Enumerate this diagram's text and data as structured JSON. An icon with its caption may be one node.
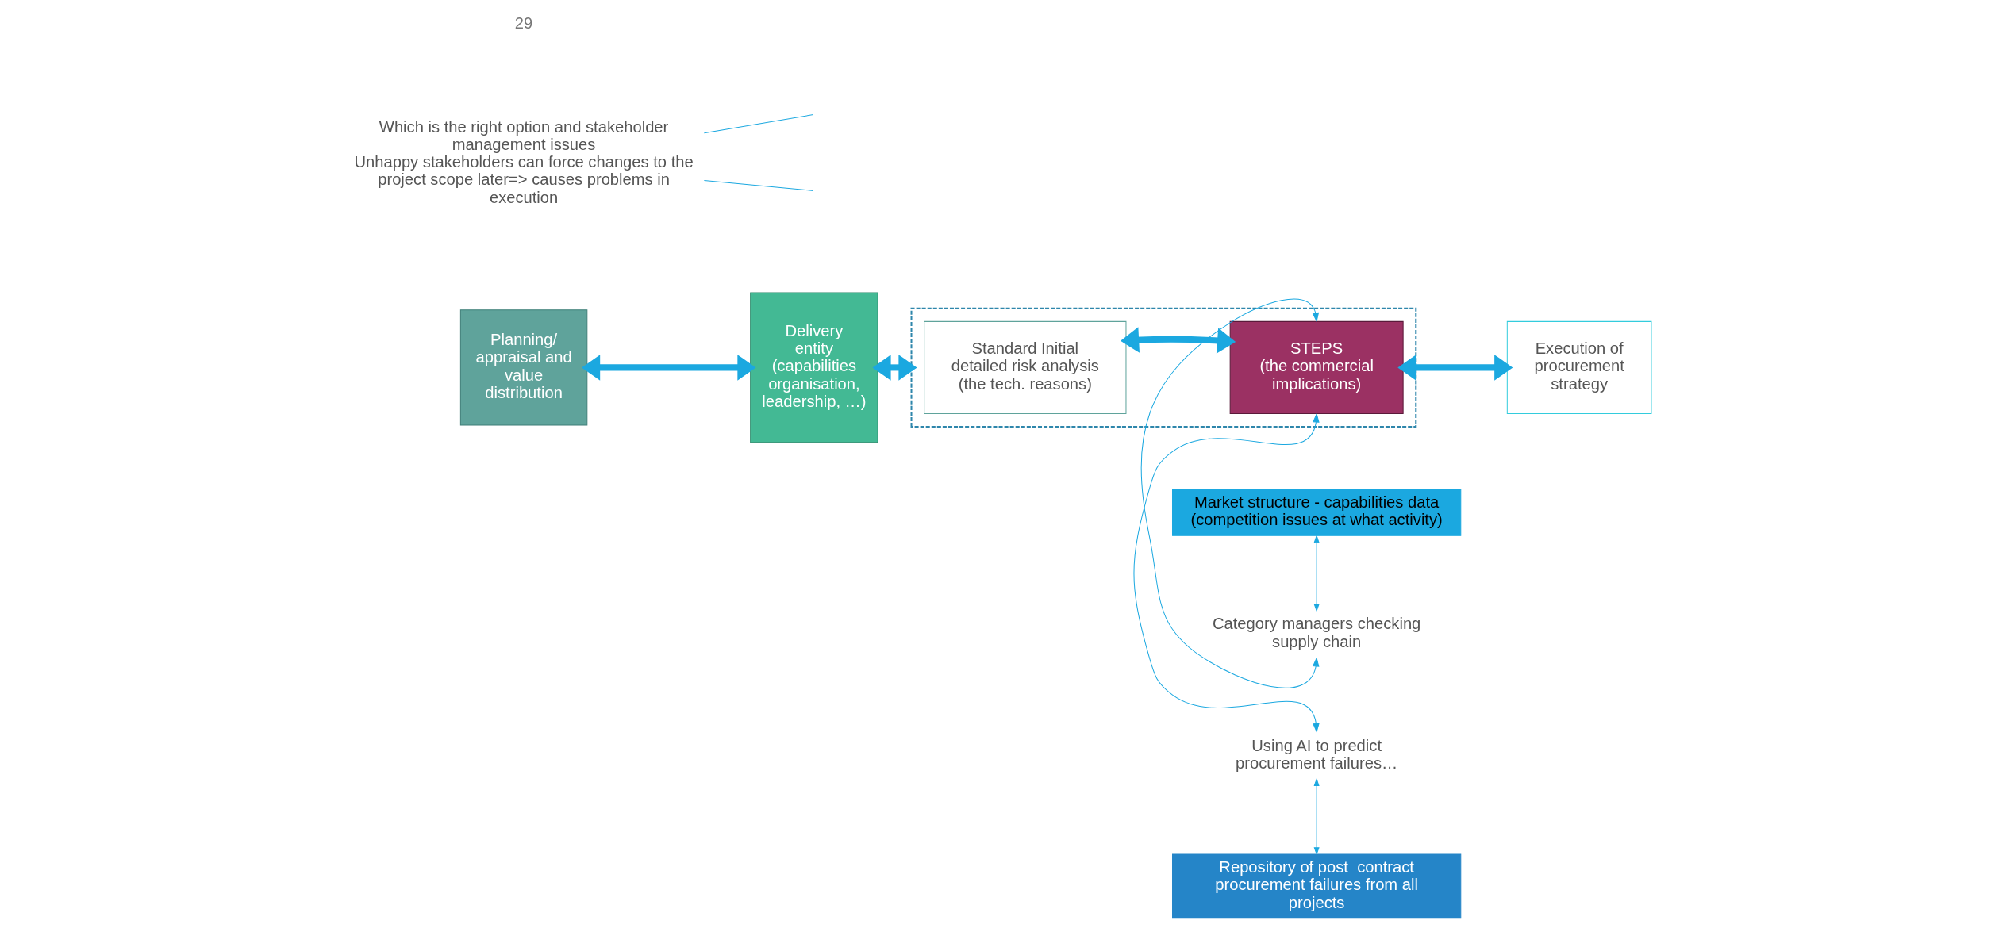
{
  "diagram": {
    "nodes": [
      {
        "text": [
          "Which is the right option and stakeholder management issues",
          "Unhappy stakeholders can force changes to the project scope later=> causes problems in execution"
        ]
      },
      {
        "text": [
          "Planning/ appraisal and value distribution"
        ]
      },
      {
        "text": [
          "Delivery entity (capabilities organisation, leadership, …)"
        ]
      },
      {
        "text": [],
        "shape": "box"
      },
      {
        "text": [
          "Standard Initial detailed risk analysis (the tech. reasons)"
        ],
        "in": 3
      },
      {
        "text": [
          "STEPS",
          "(the commercial implications)"
        ],
        "in": 3
      },
      {
        "text": [
          "Execution of procurement strategy"
        ]
      },
      {
        "text": [
          "Market structure - capabilities data (competition issues at what activity)"
        ]
      },
      {
        "text": [
          "Category managers checking supply chain"
        ]
      },
      {
        "text": [
          "Using AI to predict procurement failures…"
        ]
      },
      {
        "text": [
          "Repository of post  contract procurement failures from all projects"
        ]
      }
    ],
    "edges": [
      {
        "from": 0,
        "to": null,
        "arrow": "none"
      },
      {
        "from": 0,
        "to": null,
        "arrow": "none"
      },
      {
        "from": 1,
        "to": 2,
        "arrow": "both",
        "style": "thick"
      },
      {
        "from": 2,
        "to": 3,
        "arrow": "both",
        "style": "thick"
      },
      {
        "from": 4,
        "to": 5,
        "arrow": "both",
        "style": "thick"
      },
      {
        "from": 5,
        "to": 6,
        "arrow": "both",
        "style": "thick"
      },
      {
        "from": 7,
        "to": 8,
        "arrow": "both"
      },
      {
        "from": 8,
        "to": 5,
        "arrow": "both"
      },
      {
        "from": 5,
        "to": 9,
        "arrow": "both"
      },
      {
        "from": 9,
        "to": 10,
        "arrow": "both"
      }
    ],
    "labels": [
      "29"
    ]
  }
}
